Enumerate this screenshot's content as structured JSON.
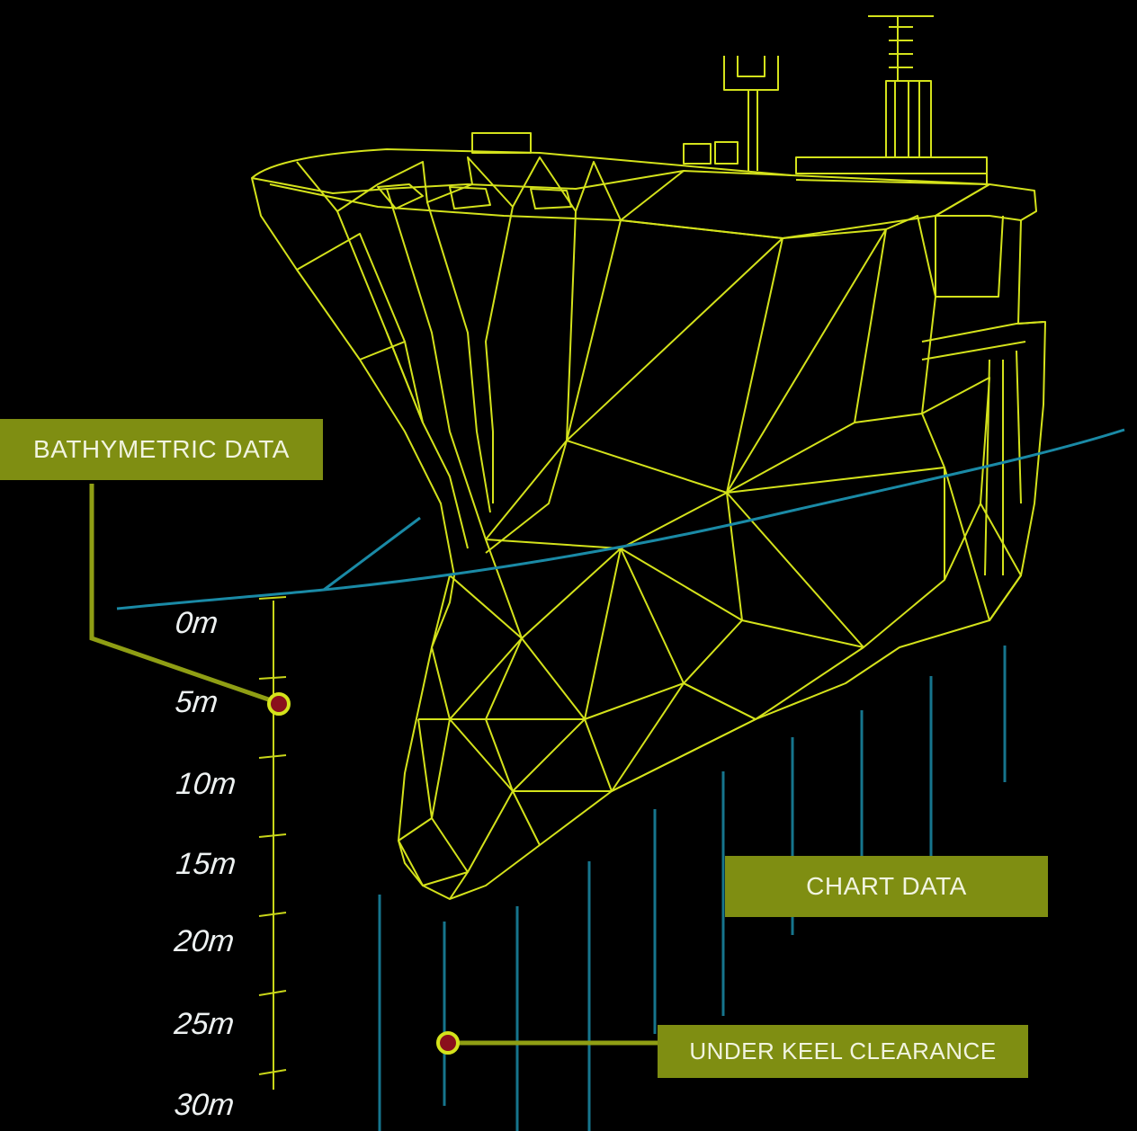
{
  "labels": {
    "bathymetric": "BATHYMETRIC DATA",
    "chart": "CHART DATA",
    "ukc": "UNDER KEEL CLEARANCE"
  },
  "depth_scale": {
    "ticks": [
      "0m",
      "5m",
      "10m",
      "15m",
      "20m",
      "25m",
      "30m"
    ]
  },
  "colors": {
    "background": "#000000",
    "wireframe": "#d4e21b",
    "waterline": "#1a8aa6",
    "label_bg": "#7f8e12",
    "marker": "#8a0f1c"
  },
  "icons": {
    "ship": "ship-wireframe-icon",
    "marker": "pin-marker-icon"
  }
}
